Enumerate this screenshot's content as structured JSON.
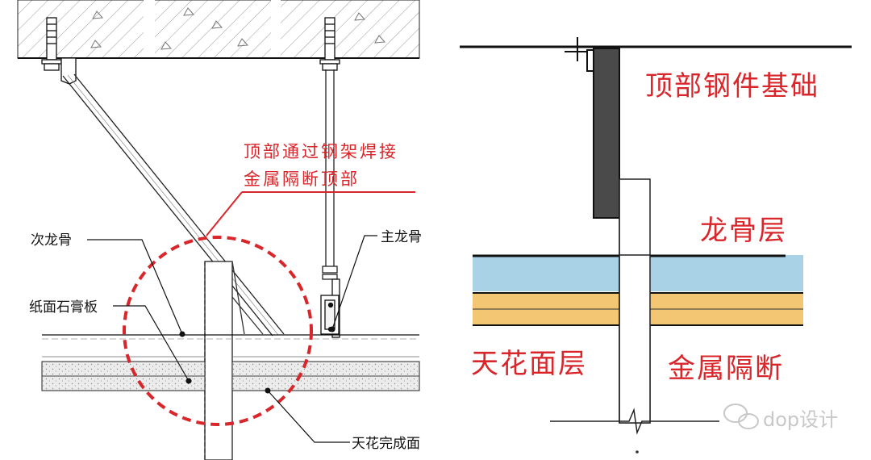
{
  "left_detail": {
    "labels": {
      "secondary_keel": "次龙骨",
      "gypsum_board": "纸面石膏板",
      "main_keel": "主龙骨",
      "finished_ceiling": "天花完成面"
    },
    "callout": {
      "line1": "顶部通过钢架焊接",
      "line2": "金属隔断顶部"
    }
  },
  "right_schematic": {
    "labels": {
      "steel_base": "顶部钢件基础",
      "keel_layer": "龙骨层",
      "ceiling_layer": "天花面层",
      "metal_partition": "金属隔断"
    }
  },
  "watermark": "dop设计",
  "colors": {
    "annotation_red": "#d8262b",
    "keel_layer_blue": "#a9d2e6",
    "ceiling_layer_yellow": "#f2c673",
    "steel_base_dark": "#4a4a4a"
  }
}
